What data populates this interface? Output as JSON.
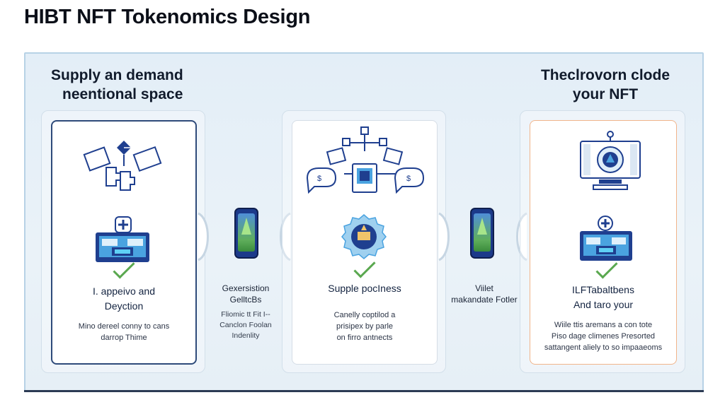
{
  "title": "HIBT NFT Tokenomics Design",
  "headings": {
    "left_line1": "Supply an demand",
    "left_line2": "neentional space",
    "right_line1": "Theclrovorn clode",
    "right_line2": "your NFT"
  },
  "cards": [
    {
      "title_line1": "I. appeivo and",
      "title_line2": "Deyction",
      "sub_line1": "Mino dereel conny to cans",
      "sub_line2": "darrop Thime"
    },
    {
      "title_line1": "Supple pocIness",
      "sub_line1": "Canelly coptilod a",
      "sub_line2": "prisipex by parle",
      "sub_line3": "on firro antnects"
    },
    {
      "title_line1": "ILFTabaltbens",
      "title_line2": "And taro your",
      "sub_line1": "Wiile ttis aremans a con tote",
      "sub_line2": "Piso dage climenes Presorted",
      "sub_line3": "sattangent aliely to so impaaeoms"
    }
  ],
  "connectors": [
    {
      "label_line1": "Gexersistion",
      "label_line2": "GelltcBs",
      "sub_line1": "Fliomic tt Fit I--",
      "sub_line2": "Canclon Foolan",
      "sub_line3": "Indenlity"
    },
    {
      "label_line1": "Viilet",
      "label_line2": "makandate Fotler"
    }
  ],
  "colors": {
    "accent_blue": "#1f3f8f",
    "accent_green": "#5aa84f",
    "accent_orange": "#f1b48a",
    "panel_bg": "#e6eff6"
  }
}
